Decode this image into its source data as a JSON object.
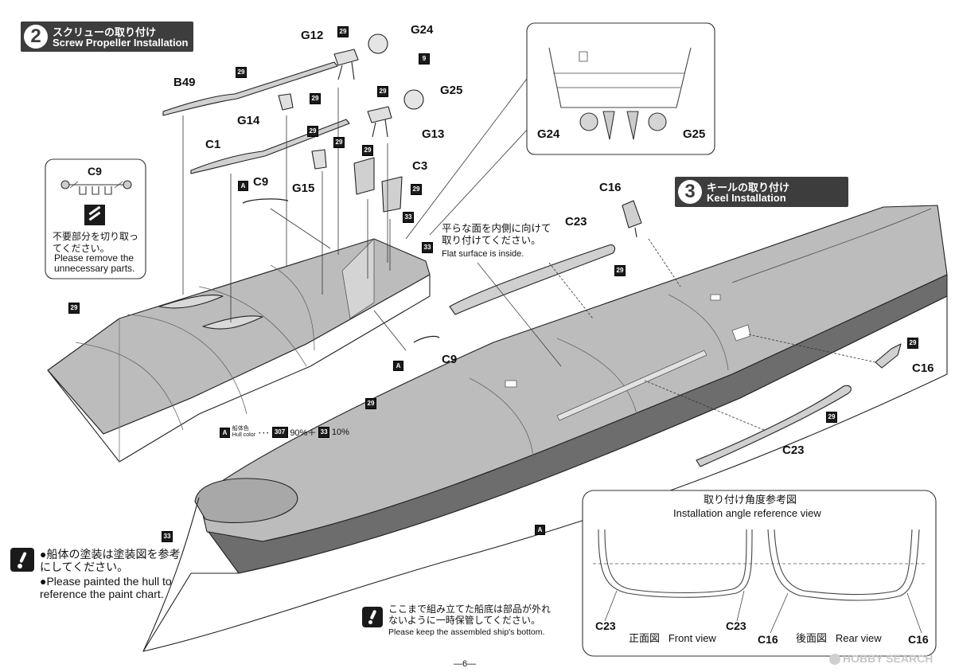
{
  "step2": {
    "num": "2",
    "title_jp": "スクリューの取り付け",
    "title_en": "Screw Propeller Installation"
  },
  "step3": {
    "num": "3",
    "title_jp": "キールの取り付け",
    "title_en": "Keel Installation"
  },
  "parts": {
    "G12": "G12",
    "G24": "G24",
    "G25": "G25",
    "G13": "G13",
    "G14": "G14",
    "G15": "G15",
    "B49": "B49",
    "C1": "C1",
    "C3": "C3",
    "C9": "C9",
    "C16": "C16",
    "C23": "C23"
  },
  "paint_codes": {
    "c29": "29",
    "c9": "9",
    "c33": "33",
    "c307": "307"
  },
  "markers": {
    "A": "A"
  },
  "cut_note": {
    "title": "C9",
    "jp": "不要部分を切り取ってください。",
    "en": "Please remove the unnecessary parts."
  },
  "hull_color": {
    "jp": "船体色",
    "en": "Hull color",
    "dots": "･･･",
    "pct1": "90%＋",
    "pct2": "10%"
  },
  "hull_paint_note": {
    "jp": "●船体の塗装は塗装図を参考にしてください。",
    "en": "●Please painted the hull to reference the paint chart."
  },
  "keep_note": {
    "jp": "ここまで組み立てた船底は部品が外れないように一時保管してください。",
    "en": "Please keep the assembled ship's bottom."
  },
  "flat_note": {
    "jp": "平らな面を内側に向けて取り付けてください。",
    "en": "Flat surface is inside."
  },
  "angle_ref": {
    "title_jp": "取り付け角度参考図",
    "title_en": "Installation angle reference view",
    "front_jp": "正面図",
    "front_en": "Front view",
    "rear_jp": "後面図",
    "rear_en": "Rear view"
  },
  "page_number": "—6—",
  "watermark": "HOBBY SEARCH",
  "colors": {
    "hull_gray": "#bcbcbc",
    "hull_stripe": "#6d6d6d",
    "header": "#3d3d3d"
  }
}
